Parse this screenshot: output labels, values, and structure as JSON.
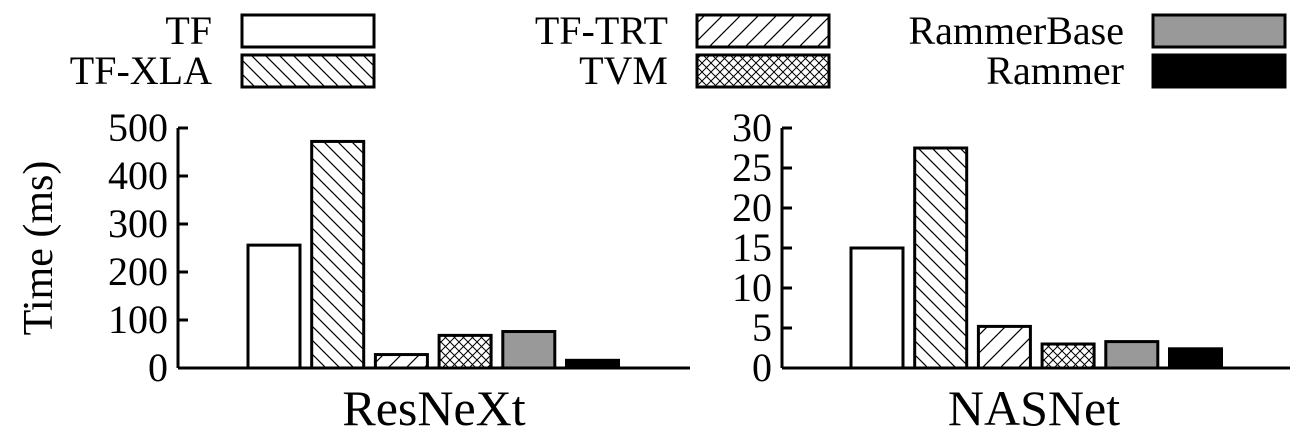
{
  "legend": {
    "items": [
      {
        "name": "TF",
        "pattern": "none",
        "fill": "#ffffff"
      },
      {
        "name": "TF-XLA",
        "pattern": "backslash",
        "fill": "#ffffff"
      },
      {
        "name": "TF-TRT",
        "pattern": "slash",
        "fill": "#ffffff"
      },
      {
        "name": "TVM",
        "pattern": "crosshatch",
        "fill": "#ffffff"
      },
      {
        "name": "RammerBase",
        "pattern": "none",
        "fill": "#999999"
      },
      {
        "name": "Rammer",
        "pattern": "none",
        "fill": "#000000"
      }
    ]
  },
  "chart_data": [
    {
      "type": "bar",
      "title": "ResNeXt",
      "ylabel": "Time (ms)",
      "ylim": [
        0,
        500
      ],
      "yticks": [
        0,
        100,
        200,
        300,
        400,
        500
      ],
      "categories": [
        "TF",
        "TF-XLA",
        "TF-TRT",
        "TVM",
        "RammerBase",
        "Rammer"
      ],
      "values": [
        256,
        472,
        28,
        68,
        76,
        16
      ],
      "grid": false
    },
    {
      "type": "bar",
      "title": "NASNet",
      "ylabel": "",
      "ylim": [
        0,
        30
      ],
      "yticks": [
        0,
        5,
        10,
        15,
        20,
        25,
        30
      ],
      "categories": [
        "TF",
        "TF-XLA",
        "TF-TRT",
        "TVM",
        "RammerBase",
        "Rammer"
      ],
      "values": [
        15,
        27.5,
        5.2,
        3.0,
        3.3,
        2.4
      ],
      "grid": false
    }
  ]
}
